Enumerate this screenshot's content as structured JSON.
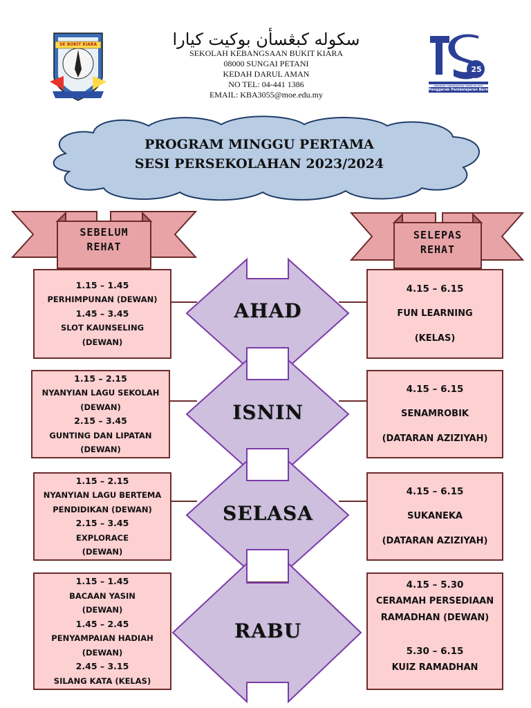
{
  "header": {
    "jawi_text": "سکوله کبڠسأن بوکيت کيارا",
    "lines": [
      "SEKOLAH KEBANGSAAN BUKIT KIARA",
      "08000 SUNGAI PETANI",
      "KEDAH DARUL AMAN",
      "NO TEL: 04-441 1386",
      "EMAIL: KBA3055@moe.edu.my"
    ],
    "left_logo": {
      "banner": "SK BUKIT KIARA",
      "icon": "school-crest-icon"
    },
    "right_logo": {
      "number": "25",
      "caption1": "PROGRAM TRANSFORMASI SEKOLAH 2025",
      "caption2": "Penggerak Pembelajaran Bermakna",
      "icon": "ts25-logo-icon"
    }
  },
  "title": {
    "line1": "PROGRAM MINGGU PERTAMA",
    "line2": "SESI PERSEKOLAHAN 2023/2024"
  },
  "ribbons": {
    "left": [
      "SEBELUM",
      "REHAT"
    ],
    "right": [
      "SELEPAS",
      "REHAT"
    ]
  },
  "days": [
    {
      "name": "AHAD",
      "before": [
        "1.15 – 1.45",
        "PERHIMPUNAN (DEWAN)",
        "1.45 – 3.45",
        "SLOT KAUNSELING",
        "(DEWAN)"
      ],
      "after": [
        "4.15 – 6.15",
        "FUN LEARNING",
        "(KELAS)"
      ]
    },
    {
      "name": "ISNIN",
      "before": [
        "1.15 – 2.15",
        "NYANYIAN LAGU SEKOLAH",
        "(DEWAN)",
        "2.15 – 3.45",
        "GUNTING DAN LIPATAN",
        "(DEWAN)"
      ],
      "after": [
        "4.15 – 6.15",
        "SENAMROBIK",
        "(DATARAN AZIZIYAH)"
      ]
    },
    {
      "name": "SELASA",
      "before": [
        "1.15 – 2.15",
        "NYANYIAN LAGU BERTEMA",
        "PENDIDIKAN (DEWAN)",
        "2.15 – 3.45",
        "EXPLORACE",
        "(DEWAN)"
      ],
      "after": [
        "4.15 – 6.15",
        "SUKANEKA",
        "(DATARAN AZIZIYAH)"
      ]
    },
    {
      "name": "RABU",
      "before": [
        "1.15 – 1.45",
        "BACAAN YASIN",
        "(DEWAN)",
        "1.45  – 2.45",
        "PENYAMPAIAN HADIAH",
        "(DEWAN)",
        "2.45 – 3.15",
        "SILANG KATA (KELAS)"
      ],
      "after": [
        "4.15 – 5.30",
        "CERAMAH PERSEDIAAN",
        "RAMADHAN (DEWAN)",
        "",
        "5.30 – 6.15",
        "KUIZ RAMADHAN"
      ]
    }
  ],
  "colors": {
    "box_fill": "#fdd0d2",
    "box_border": "#6b2b2b",
    "ribbon_fill": "#e8a3a6",
    "arrow_fill": "#cdbfdd",
    "arrow_stroke": "#7a3aa8",
    "cloud_fill": "#b8cce4",
    "cloud_stroke": "#1f3c68"
  }
}
